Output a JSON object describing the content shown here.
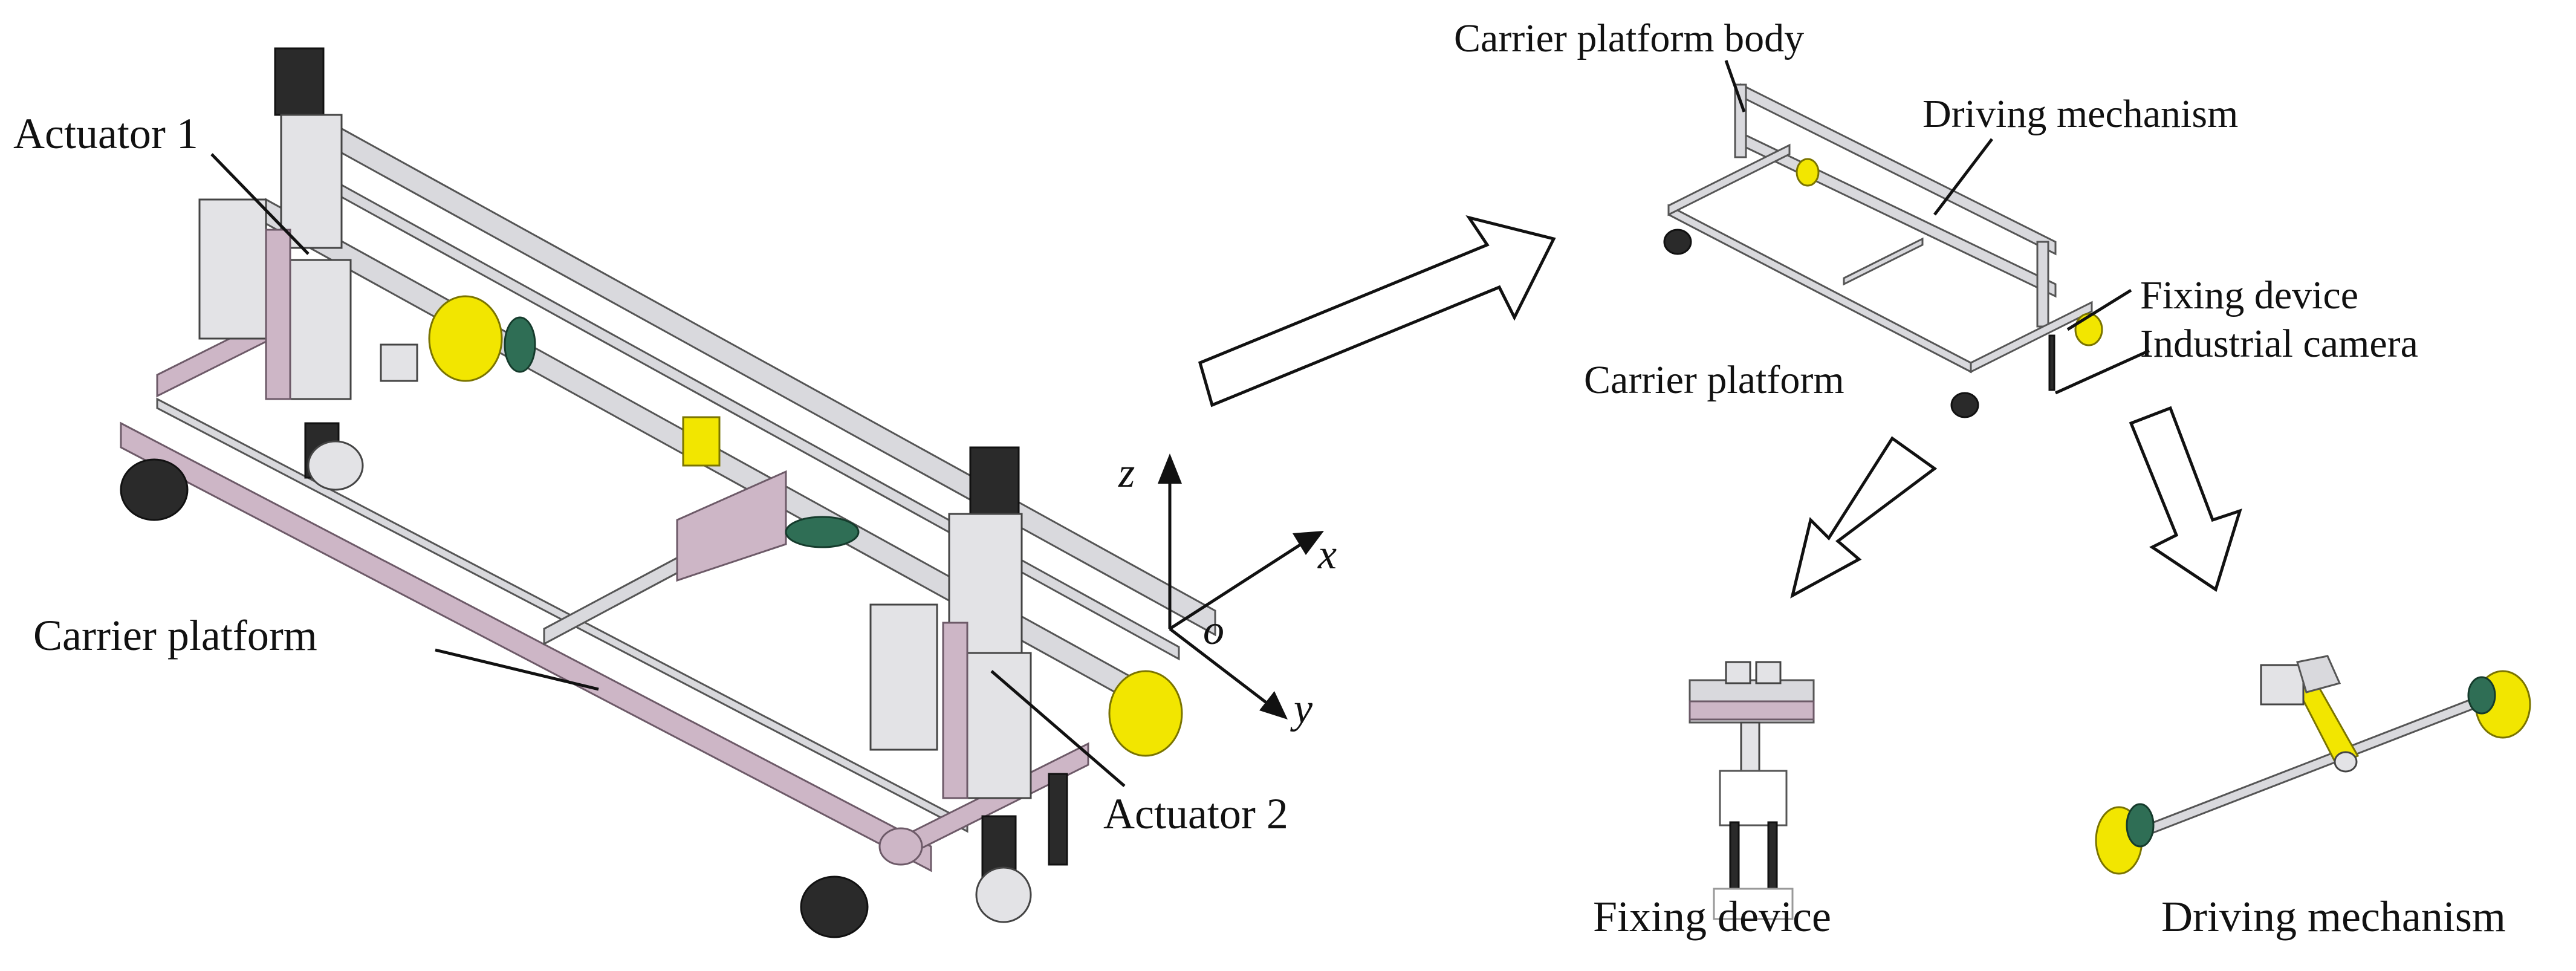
{
  "main_assembly": {
    "actuator_1_label": "Actuator 1",
    "actuator_2_label": "Actuator 2",
    "carrier_platform_label": "Carrier platform",
    "axis_z": "z",
    "axis_x": "x",
    "axis_y": "y",
    "axis_origin": "o"
  },
  "overview": {
    "carrier_platform_body_label": "Carrier platform body",
    "driving_mechanism_label": "Driving mechanism",
    "fixing_device_label": "Fixing device",
    "industrial_camera_label": "Industrial camera",
    "carrier_platform_label": "Carrier platform"
  },
  "details": {
    "fixing_device_caption": "Fixing device",
    "driving_mechanism_caption": "Driving mechanism"
  }
}
